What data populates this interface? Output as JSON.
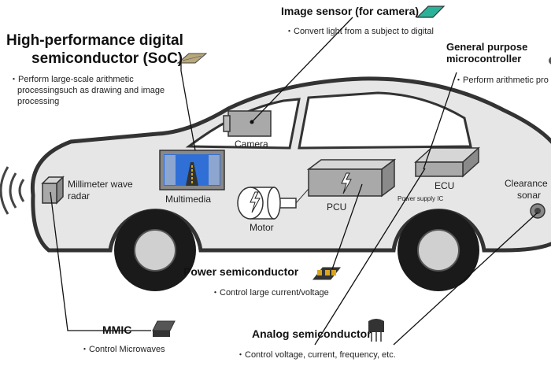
{
  "soc": {
    "title_line1": "High-performance digital",
    "title_line2": "semiconductor (SoC)",
    "desc_line1": "・Perform large-scale arithmetic",
    "desc_line2": "processingsuch as  drawing and image",
    "desc_line3": "processing"
  },
  "image_sensor": {
    "title": "Image sensor (for camera)",
    "desc": "・Convert light from a subject to digital"
  },
  "mcu": {
    "title_line1": "General purpose",
    "title_line2": "microcontroller",
    "desc": "・Perform arithmetic pro"
  },
  "power": {
    "title": "Power semiconductor",
    "desc": "・Control large current/voltage"
  },
  "analog": {
    "title": "Analog semiconductor",
    "desc": "・Control voltage, current, frequency, etc."
  },
  "mmic": {
    "title": "MMIC",
    "desc": "・Control Microwaves"
  },
  "components": {
    "camera": "Camera",
    "multimedia": "Multimedia",
    "motor": "Motor",
    "pcu": "PCU",
    "ecu": "ECU",
    "power_supply_ic": "Power supply IC",
    "radar_line1": "Millimeter wave",
    "radar_line2": "radar",
    "sonar_line1": "Clearance",
    "sonar_line2": "sonar"
  },
  "colors": {
    "car_body": "#e6e6e6",
    "car_outline": "#333333",
    "window": "#ffffff",
    "screen": "#2f6fd6"
  }
}
